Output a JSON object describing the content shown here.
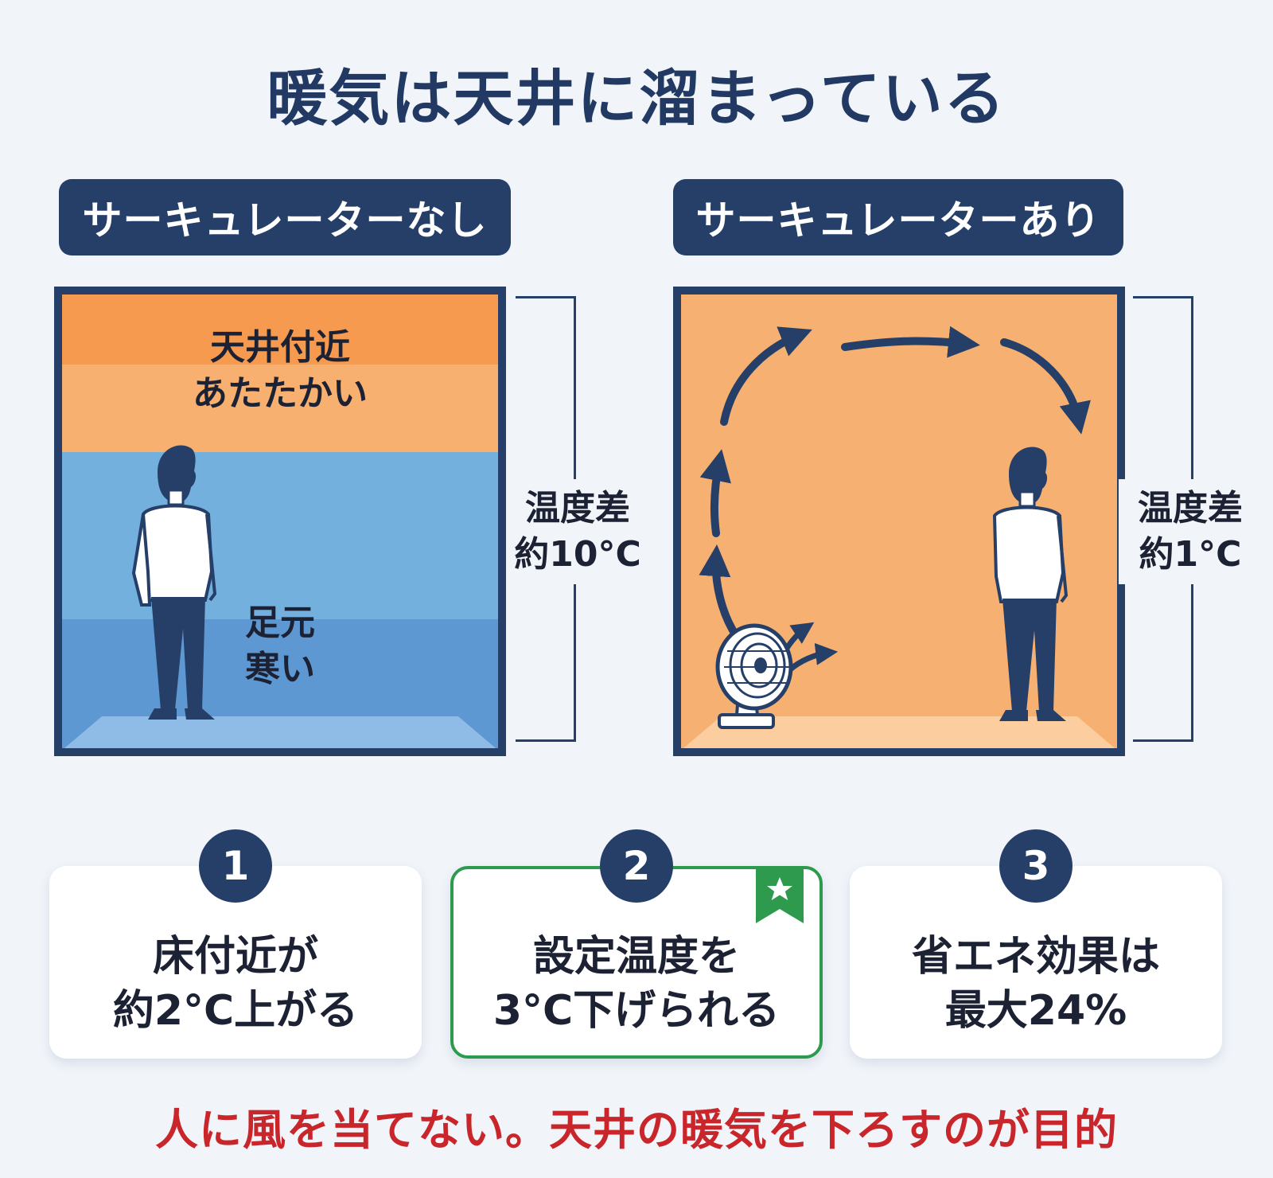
{
  "title": "暖気は天井に溜まっている",
  "left_panel": {
    "label": "サーキュレーターなし",
    "top_text": [
      "天井付近",
      "あたたかい"
    ],
    "bottom_text": [
      "足元",
      "寒い"
    ],
    "temp_diff": [
      "温度差",
      "約10°C"
    ]
  },
  "right_panel": {
    "label": "サーキュレーターあり",
    "temp_diff": [
      "温度差",
      "約1°C"
    ]
  },
  "cards": [
    {
      "number": "1",
      "lines": [
        "床付近が",
        "約2°C上がる"
      ],
      "highlighted": false
    },
    {
      "number": "2",
      "lines": [
        "設定温度を",
        "3°C下げられる"
      ],
      "highlighted": true
    },
    {
      "number": "3",
      "lines": [
        "省エネ効果は",
        "最大24%"
      ],
      "highlighted": false
    }
  ],
  "footer": "人に風を当てない。天井の暖気を下ろすのが目的",
  "colors": {
    "navy": "#263f69",
    "warm": "#f6b072",
    "warm_dark": "#f59a4f",
    "cool": "#74b0de",
    "cool_dark": "#5d98d2",
    "accent_green": "#2e9a4e",
    "footer_red": "#c9262b"
  },
  "icons": [
    "person-figure",
    "circulator-fan-icon",
    "airflow-arrow",
    "star-ribbon-icon"
  ]
}
